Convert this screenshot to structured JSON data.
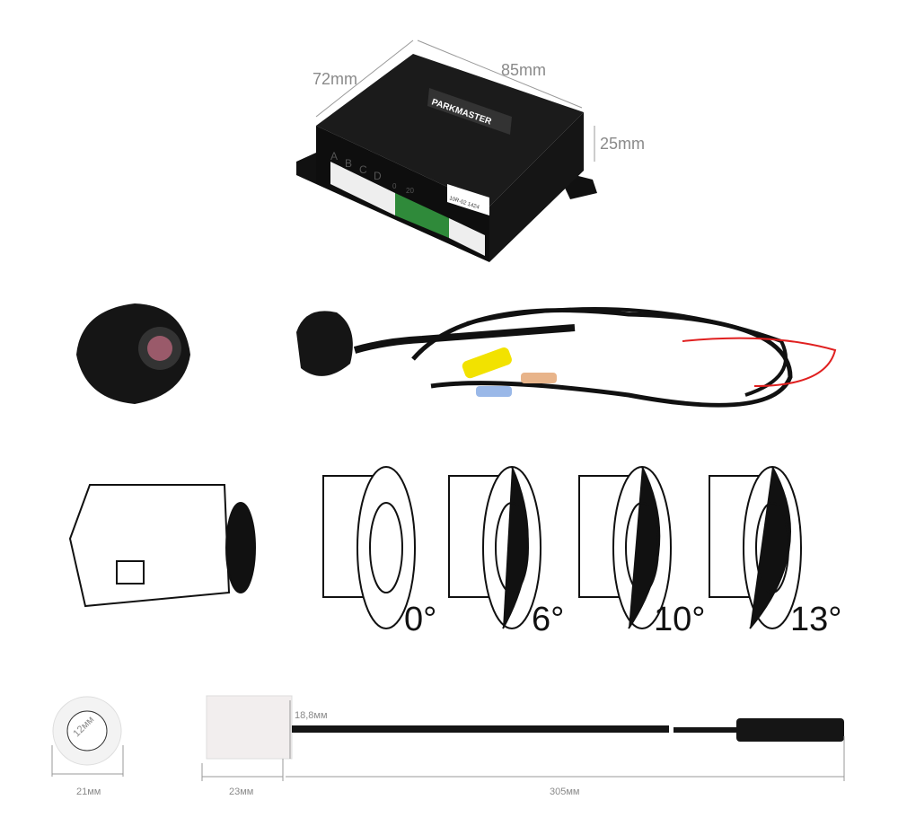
{
  "control_unit": {
    "brand": "PARKMASTER",
    "dimensions": {
      "depth": "72mm",
      "width": "85mm",
      "height": "25mm"
    },
    "port_labels": [
      "A",
      "B",
      "C",
      "D",
      "0",
      "20"
    ],
    "certificate": "10R-02 1424"
  },
  "sensor_angles": [
    "0°",
    "6°",
    "10°",
    "13°"
  ],
  "sensor_dimensions": {
    "inner_diameter": "12мм",
    "outer_diameter": "21мм",
    "height": "18,8мм",
    "length": "23мм",
    "cable_length": "305мм"
  },
  "colors": {
    "dimension_text": "#8a8a8a",
    "device": "#141414",
    "cable_red": "#e02020",
    "rca_yellow": "#f2e200"
  }
}
